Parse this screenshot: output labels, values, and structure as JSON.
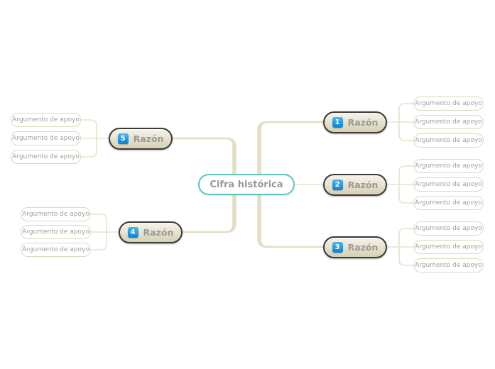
{
  "mindmap": {
    "root": {
      "label": "Cifra histórica"
    },
    "branches": [
      {
        "number": "1",
        "label": "Razón",
        "side": "right",
        "children": [
          "Argumento de apoyo",
          "Argumento de apoyo",
          "Argumento de apoyo"
        ]
      },
      {
        "number": "2",
        "label": "Razón",
        "side": "right",
        "children": [
          "Argumento de apoyo",
          "Argumento de apoyo",
          "Argumento de apoyo"
        ]
      },
      {
        "number": "3",
        "label": "Razón",
        "side": "right",
        "children": [
          "Argumento de apoyo",
          "Argumento de apoyo",
          "Argumento de apoyo"
        ]
      },
      {
        "number": "4",
        "label": "Razón",
        "side": "left",
        "children": [
          "Argumento de apoyo",
          "Argumento de apoyo",
          "Argumento de apoyo"
        ]
      },
      {
        "number": "5",
        "label": "Razón",
        "side": "left",
        "children": [
          "Argumento de apoyo",
          "Argumento de apoyo",
          "Argumento de apoyo"
        ]
      }
    ]
  },
  "colors": {
    "background": "#ffffff",
    "branch_line": "#e4ddc4",
    "thin_line": "#e8e2cf",
    "root_border": "#5fc5bd",
    "razon_border": "#3a3a3a",
    "razon_fill_top": "#f6f3e9",
    "razon_fill_bottom": "#d7d0b5",
    "badge_blue_top": "#4cb7ee",
    "badge_blue_bottom": "#0d7fd4",
    "argument_border": "#ded7c0",
    "text_gray": "#999999"
  }
}
